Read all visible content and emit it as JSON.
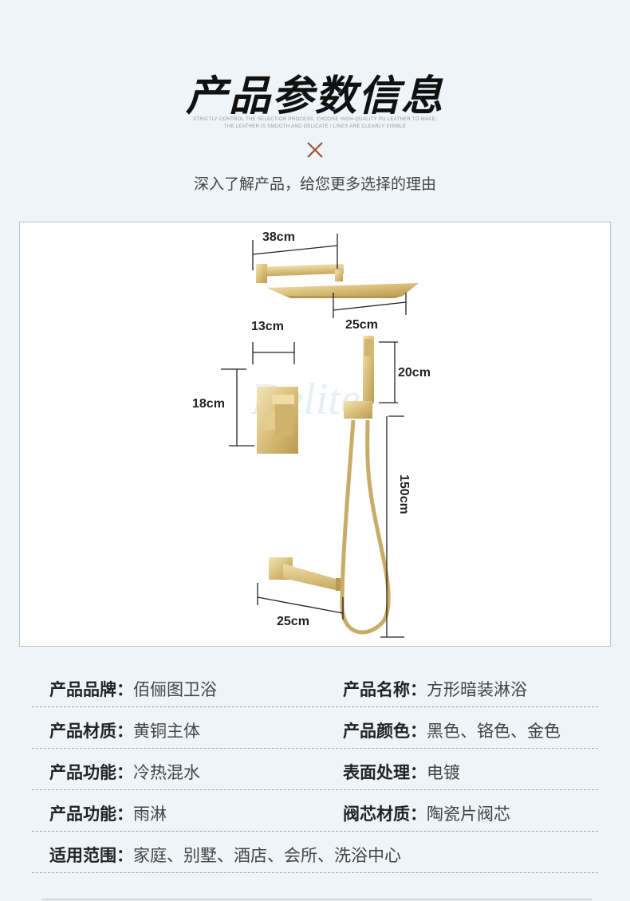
{
  "header": {
    "title": "产品参数信息",
    "subtitle_en_line1": "STRICTLY CONTROL THE SELECTION PROCESS, CHOOSE HIGH-QUALITY PU LEATHER TO MAKE,",
    "subtitle_en_line2": "THE LEATHER IS SMOOTH AND DELICATE / LINES ARE CLEARLY VISIBLE",
    "tagline": "深入了解产品，给您更多选择的理由"
  },
  "diagram": {
    "watermark": "Delite",
    "dimensions": {
      "top_arm_width": "38cm",
      "shower_head_width": "25cm",
      "valve_width": "13cm",
      "valve_height": "18cm",
      "hand_shower_height": "20cm",
      "hose_length": "150cm",
      "spout_length": "25cm"
    }
  },
  "specs": {
    "rows": [
      {
        "left_key": "产品品牌：",
        "left_val": "佰俪图卫浴",
        "right_key": "产品名称：",
        "right_val": "方形暗装淋浴"
      },
      {
        "left_key": "产品材质：",
        "left_val": "黄铜主体",
        "right_key": "产品颜色：",
        "right_val": "黑色、铬色、金色"
      },
      {
        "left_key": "产品功能：",
        "left_val": "冷热混水",
        "right_key": "表面处理：",
        "right_val": "电镀"
      },
      {
        "left_key": "产品功能：",
        "left_val": "雨淋",
        "right_key": "阀芯材质：",
        "right_val": "陶瓷片阀芯"
      },
      {
        "left_key": "适用范围：",
        "left_val": "家庭、别墅、酒店、会所、洗浴中心"
      }
    ]
  },
  "colors": {
    "background": "#eef4f8",
    "accent_x": "#a0523c",
    "gold": "#d9bf7a"
  }
}
